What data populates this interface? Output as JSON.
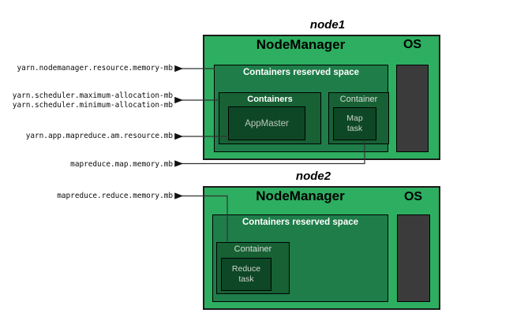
{
  "nodes": [
    {
      "title": "node1",
      "manager_label": "NodeManager",
      "os_label": "OS",
      "reserved_label": "Containers reserved space",
      "containers_box_label": "Containers",
      "appmaster_label": "AppMaster",
      "container_box_label": "Container",
      "task_line1": "Map",
      "task_line2": "task"
    },
    {
      "title": "node2",
      "manager_label": "NodeManager",
      "os_label": "OS",
      "reserved_label": "Containers reserved space",
      "container_box_label": "Container",
      "task_line1": "Reduce",
      "task_line2": "task"
    }
  ],
  "config_labels": [
    "yarn.nodemanager.resource.memory-mb",
    "yarn.scheduler.maximum-allocation-mb",
    "yarn.scheduler.minimum-allocation-mb",
    "yarn.app.mapreduce.am.resource.mb",
    "mapreduce.map.memory.mb",
    "mapreduce.reduce.memory.mb"
  ],
  "colors": {
    "nodeGreen": "#2DAE60",
    "reservedGreen": "#1E7D49",
    "containerGreen": "#176135",
    "taskGreen": "#0E4726",
    "osGray": "#3B3B3B",
    "lineColor": "#333333"
  }
}
